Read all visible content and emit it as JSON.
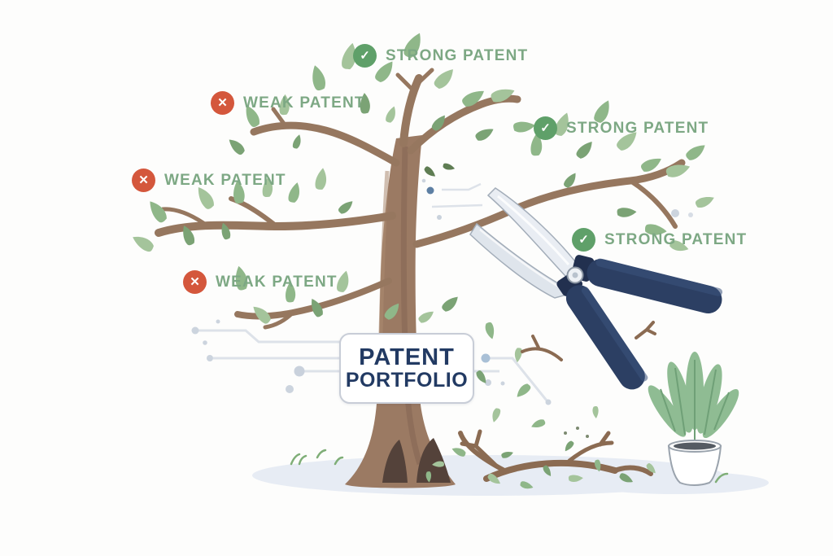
{
  "title": "Patent portfolio pruning illustration",
  "sign": {
    "line1": "PATENT",
    "line2": "PORTFOLIO"
  },
  "labels": [
    {
      "id": "strong-top",
      "type": "strong",
      "text": "STRONG PATENT"
    },
    {
      "id": "weak-upper",
      "type": "weak",
      "text": "WEAK PATENT"
    },
    {
      "id": "weak-middle",
      "type": "weak",
      "text": "WEAK PATENT"
    },
    {
      "id": "weak-lower",
      "type": "weak",
      "text": "WEAK PATENT"
    },
    {
      "id": "strong-right-upper",
      "type": "strong",
      "text": "STRONG PATENT"
    },
    {
      "id": "strong-right-lower",
      "type": "strong",
      "text": "STRONG PATENT"
    }
  ],
  "icons": {
    "check": "✓",
    "cross": "✕"
  },
  "colors": {
    "strong_badge": "#5fa069",
    "weak_badge": "#d4573c",
    "label_text": "#7da884",
    "sign_text": "#223a63",
    "leaf_green": "#8fb789",
    "trunk_brown": "#9b7a63",
    "handle_navy": "#2c3f63",
    "ground": "#e7ecf4"
  }
}
